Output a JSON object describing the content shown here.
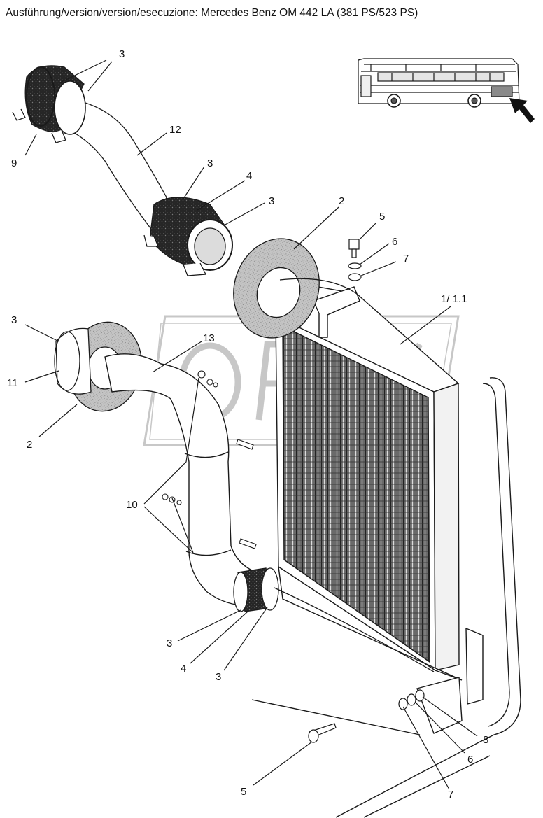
{
  "title": "Ausführung/version/version/esecuzione: Mercedes Benz OM 442 LA (381 PS/523 PS)",
  "callouts": {
    "c1": "3",
    "c2": "12",
    "c3": "9",
    "c4": "3",
    "c5": "4",
    "c6": "3",
    "c7": "2",
    "c8": "5",
    "c9": "6",
    "c10": "7",
    "c11": "1/ 1.1",
    "c12": "3",
    "c13": "13",
    "c14": "11",
    "c15": "2",
    "c16": "10",
    "c17": "3",
    "c18": "4",
    "c19": "3",
    "c20": "8",
    "c21": "6",
    "c22": "5",
    "c23": "7"
  },
  "colors": {
    "line": "#1a1a1a",
    "hose_dark": "#2b2b2b",
    "core": "#5a5a5a",
    "flange": "#b9b9b9",
    "watermark": "#9a9a9a"
  },
  "icons": {
    "bus": "bus-thumbnail-icon",
    "arrow": "location-arrow-icon",
    "watermark": "watermark-logo"
  }
}
